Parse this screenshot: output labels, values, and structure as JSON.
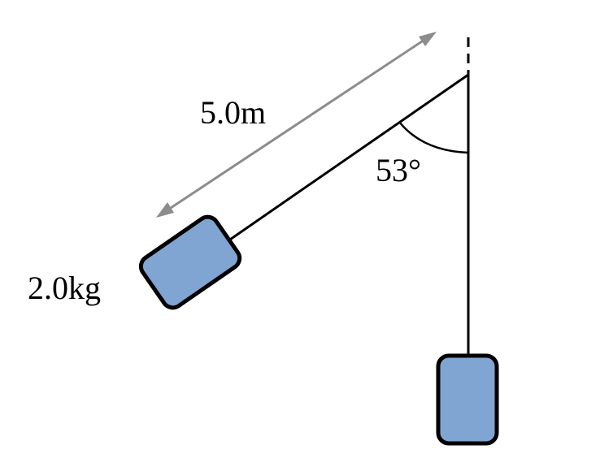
{
  "diagram": {
    "length_label": "5.0m",
    "angle_label": "53°",
    "mass_label": "2.0kg",
    "colors": {
      "block_fill": "#80a5d2",
      "block_stroke": "#000000",
      "rope": "#000000",
      "dimension_arrow": "#8c8c8c",
      "background": "#ffffff"
    }
  }
}
